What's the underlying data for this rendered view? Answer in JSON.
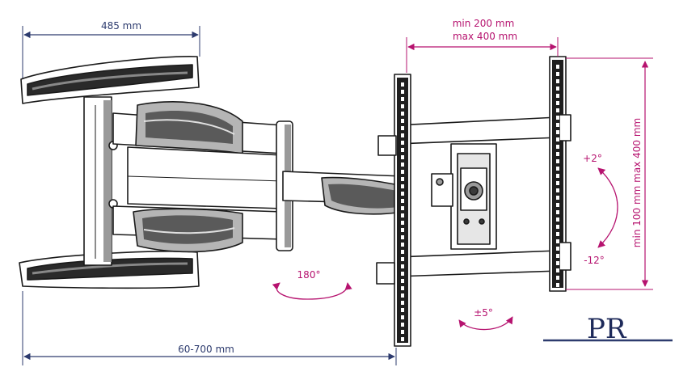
{
  "dimensions": {
    "arm_width": "485 mm",
    "vesa_horizontal_min": "min 200 mm",
    "vesa_horizontal_max": "max 400 mm",
    "vesa_vertical": "min 100 mm max 400 mm",
    "extension": "60-700 mm"
  },
  "angles": {
    "tilt_up": "+2°",
    "tilt_down": "-12°",
    "swivel": "180°",
    "rotation": "±5°"
  },
  "logo": "PR",
  "colors": {
    "dimension_navy": "#2d3b6e",
    "angle_magenta": "#b6136f",
    "line_art": "#1a1a1a",
    "shading": "#c8c8c8"
  }
}
